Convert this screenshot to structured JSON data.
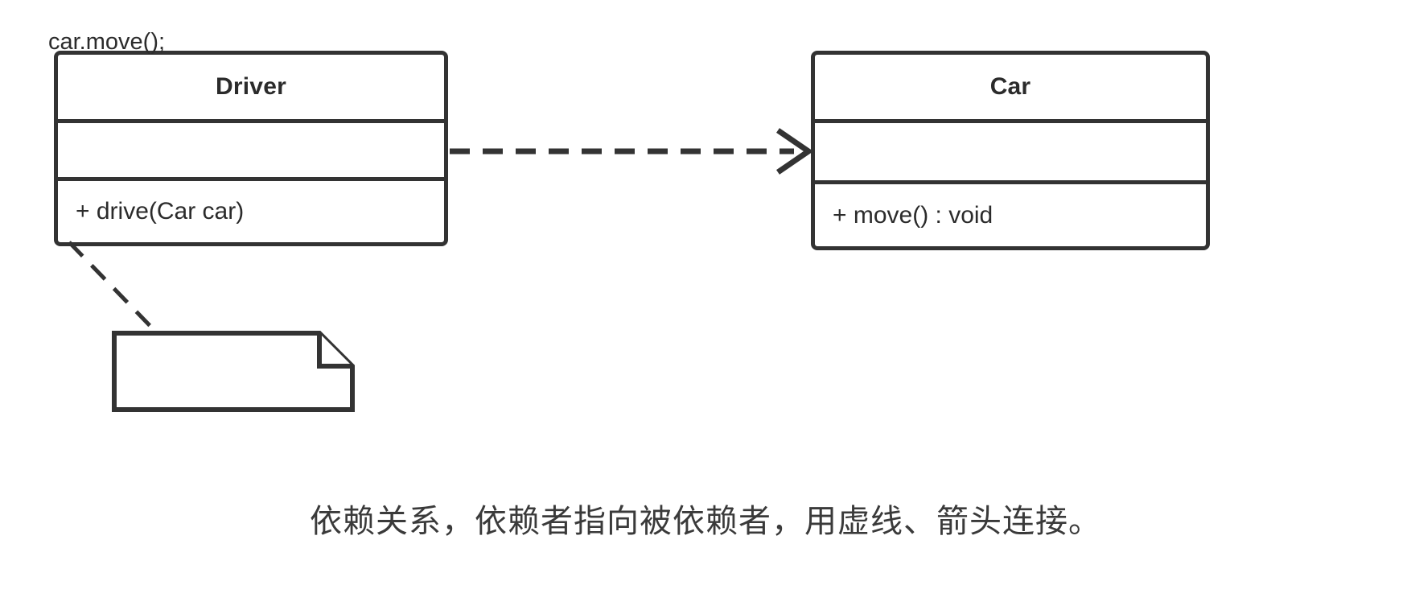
{
  "diagram": {
    "type": "uml-class-diagram",
    "relationship": "dependency",
    "stroke_color": "#333333",
    "text_color": "#2b2b2b",
    "background_color": "#ffffff"
  },
  "classes": [
    {
      "id": "driver",
      "name": "Driver",
      "attributes": [],
      "operations": [
        "+ drive(Car car)"
      ]
    },
    {
      "id": "car",
      "name": "Car",
      "attributes": [],
      "operations": [
        "+ move() : void"
      ]
    }
  ],
  "connector": {
    "name": "dependency-arrow",
    "from": "Driver",
    "to": "Car",
    "line_style": "dashed",
    "arrowhead": "open"
  },
  "note": {
    "text": "car.move();",
    "anchor_style": "dashed",
    "anchored_to": "Driver"
  },
  "caption": {
    "text": "依赖关系，依赖者指向被依赖者，用虚线、箭头连接。"
  }
}
